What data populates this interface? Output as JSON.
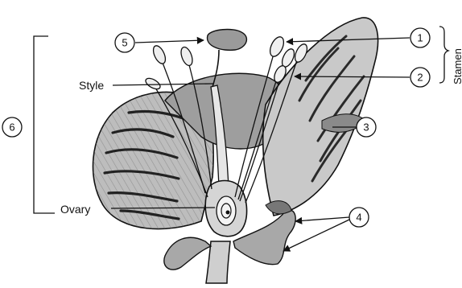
{
  "labels": {
    "style": "Style",
    "ovary": "Ovary",
    "stamen": "Stamen"
  },
  "markers": {
    "n1": "1",
    "n2": "2",
    "n3": "3",
    "n4": "4",
    "n5": "5",
    "n6": "6"
  }
}
